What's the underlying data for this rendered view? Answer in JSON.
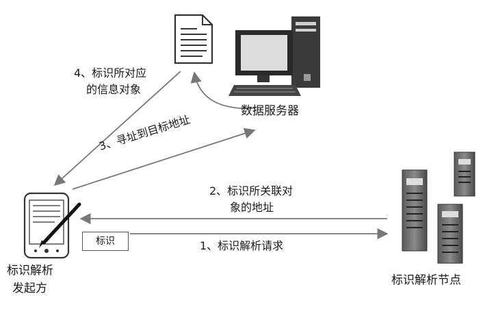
{
  "nodes": {
    "data_server": "数据服务器",
    "requester_line1": "标识解析",
    "requester_line2": "发起方",
    "resolution_node": "标识解析节点"
  },
  "identifier_box": "标识",
  "steps": {
    "step1": "1、标识解析请求",
    "step2_line1": "2、标识所关联对",
    "step2_line2": "象的地址",
    "step3": "3、寻址到目标地址",
    "step4_line1": "4、标识所对应",
    "step4_line2": "的信息对象"
  },
  "icons": [
    "document-icon",
    "desktop-computer-icon",
    "handheld-device-icon",
    "server-tower-icon"
  ]
}
